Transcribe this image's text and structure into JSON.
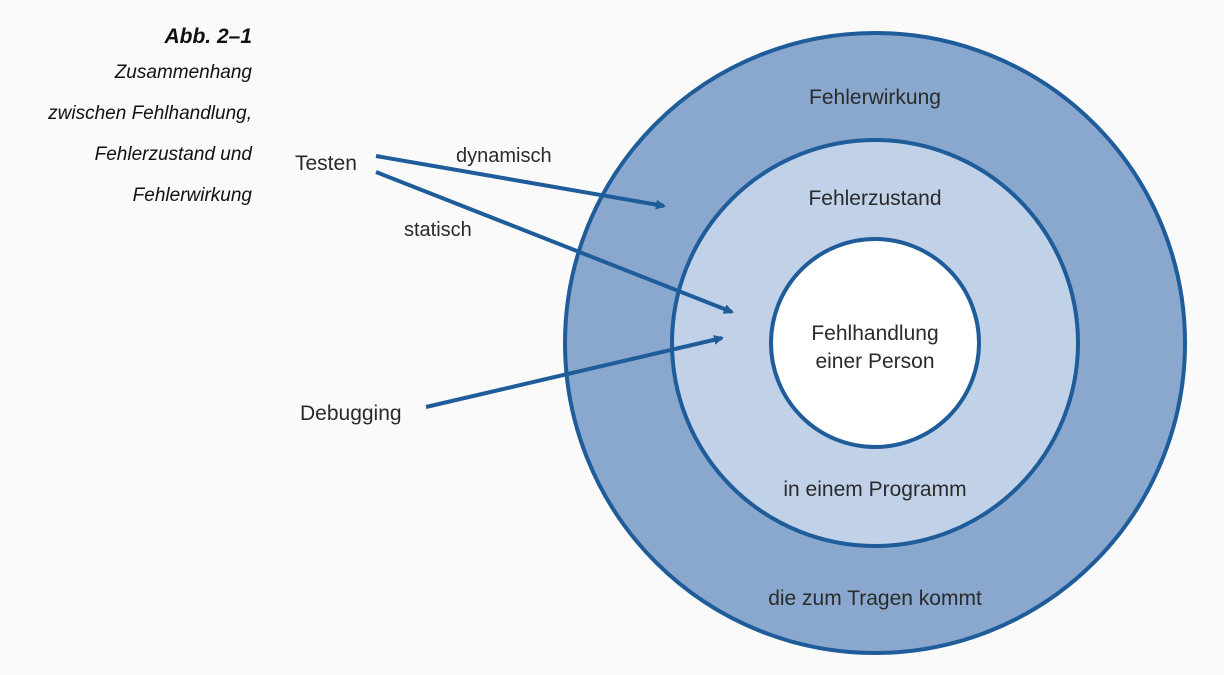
{
  "caption": {
    "figure_label": "Abb. 2–1",
    "lines": [
      "Zusammenhang",
      "zwischen Fehlhandlung,",
      "Fehlerzustand und",
      "Fehlerwirkung"
    ]
  },
  "diagram": {
    "outer_ring": {
      "top_label": "Fehlerwirkung",
      "bottom_label": "die zum Tragen kommt"
    },
    "middle_ring": {
      "top_label": "Fehlerzustand",
      "bottom_label": "in einem Programm"
    },
    "inner_circle": {
      "line1": "Fehlhandlung",
      "line2": "einer Person"
    },
    "sources": {
      "testen": "Testen",
      "debugging": "Debugging"
    },
    "arrow_labels": {
      "dynamic": "dynamisch",
      "static": "statisch"
    }
  },
  "colors": {
    "outer_fill": "#8aa8ce",
    "middle_fill": "#c0d1e8",
    "inner_fill": "#ffffff",
    "stroke": "#1f5c9a",
    "arrow": "#1f5c9a"
  }
}
